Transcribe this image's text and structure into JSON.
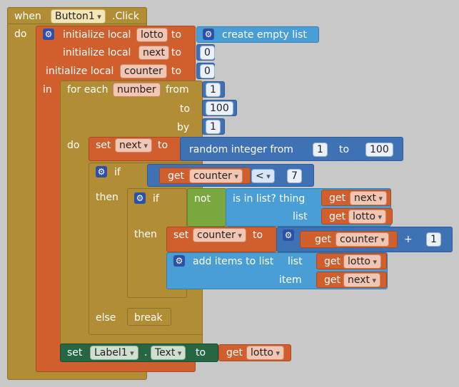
{
  "when": {
    "kw_when": "when",
    "component": "Button1",
    "event": ".Click",
    "kw_do": "do"
  },
  "init": [
    {
      "label": "initialize local",
      "var": "lotto",
      "to": "to"
    },
    {
      "label": "initialize local",
      "var": "next",
      "to": "to"
    },
    {
      "label": "initialize local",
      "var": "counter",
      "to": "to"
    }
  ],
  "create_list": "create empty list",
  "init_values": {
    "next": "0",
    "counter": "0"
  },
  "kw_in": "in",
  "foreach": {
    "label": "for each",
    "var": "number",
    "from_lbl": "from",
    "from_val": "1",
    "to_lbl": "to",
    "to_val": "100",
    "by_lbl": "by",
    "by_val": "1",
    "do_lbl": "do"
  },
  "set_next": {
    "set": "set",
    "var": "next",
    "to": "to",
    "random": "random integer from",
    "from_val": "1",
    "mid": "to",
    "to_val": "100"
  },
  "if1": {
    "if": "if",
    "get": "get",
    "var": "counter",
    "op": "<",
    "val": "7",
    "then": "then",
    "else": "else"
  },
  "if2": {
    "if": "if",
    "not": "not",
    "inlist": "is in list? thing",
    "list_lbl": "list",
    "get1": "get",
    "var1": "next",
    "get2": "get",
    "var2": "lotto",
    "then": "then"
  },
  "set_counter": {
    "set": "set",
    "var": "counter",
    "to": "to",
    "get": "get",
    "getvar": "counter",
    "op": "+",
    "val": "1"
  },
  "add_items": {
    "label": "add items to list",
    "list_lbl": "list",
    "item_lbl": "item",
    "get1": "get",
    "var1": "lotto",
    "get2": "get",
    "var2": "next"
  },
  "break_lbl": "break",
  "set_label": {
    "set": "set",
    "component": "Label1",
    "dot": ".",
    "prop": "Text",
    "to": "to",
    "get": "get",
    "var": "lotto"
  }
}
